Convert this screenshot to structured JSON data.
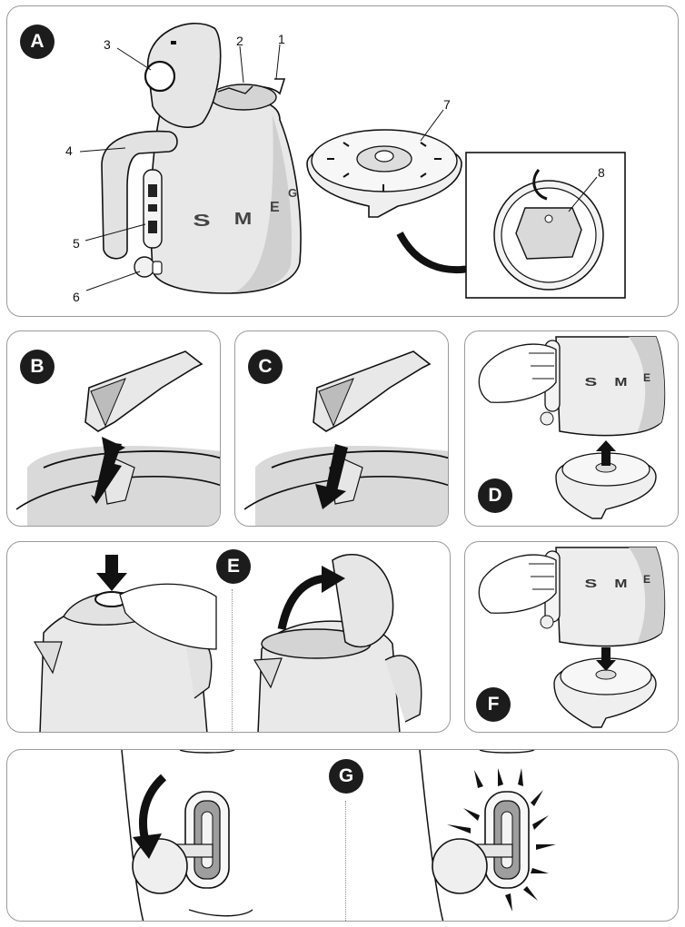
{
  "panels": {
    "A": {
      "badge": "A",
      "callouts": [
        "1",
        "2",
        "3",
        "4",
        "5",
        "6",
        "7",
        "8"
      ],
      "kettle_logo": "SMEG",
      "kettle_letters": [
        "S",
        "M",
        "E",
        "G"
      ]
    },
    "B": {
      "badge": "B"
    },
    "C": {
      "badge": "C"
    },
    "D": {
      "badge": "D",
      "kettle_letters": [
        "S",
        "M",
        "E"
      ]
    },
    "E": {
      "badge": "E"
    },
    "F": {
      "badge": "F",
      "kettle_letters": [
        "S",
        "M",
        "E"
      ]
    },
    "G": {
      "badge": "G"
    }
  },
  "colors": {
    "panel_border": "#9a9a9a",
    "badge_bg": "#1c1c1c",
    "kettle_body": "#e6e6e6",
    "kettle_shade": "#cfcfcf",
    "line": "#111111"
  }
}
